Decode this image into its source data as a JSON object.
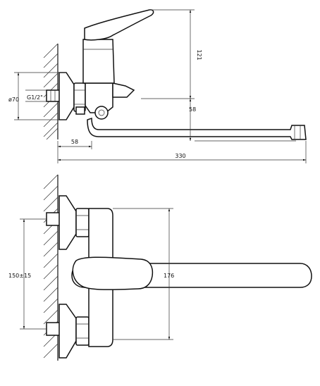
{
  "side_view": {
    "dim_height": "121",
    "dim_outlet_offset": "58",
    "dim_wall_offset": "58",
    "dim_reach": "330",
    "dim_flange_dia": "ø70",
    "dim_thread": "G1/2\""
  },
  "top_view": {
    "dim_centers": "150±15",
    "dim_spout_length": "176"
  }
}
